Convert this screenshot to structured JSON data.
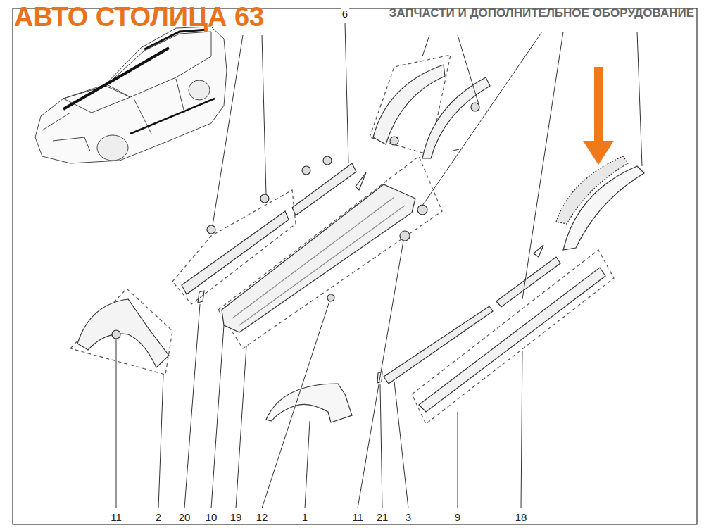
{
  "diagram": {
    "labels": [
      "АВТО СТОЛИЦА 63",
      "ЗАПЧАСТИ И ДОПОЛНИТЕЛЬНОЕ ОБОРУДОВАНИЕ",
      "6",
      "11",
      "2",
      "20",
      "10",
      "19",
      "12",
      "1",
      "11",
      "21",
      "3",
      "9",
      "18"
    ]
  }
}
